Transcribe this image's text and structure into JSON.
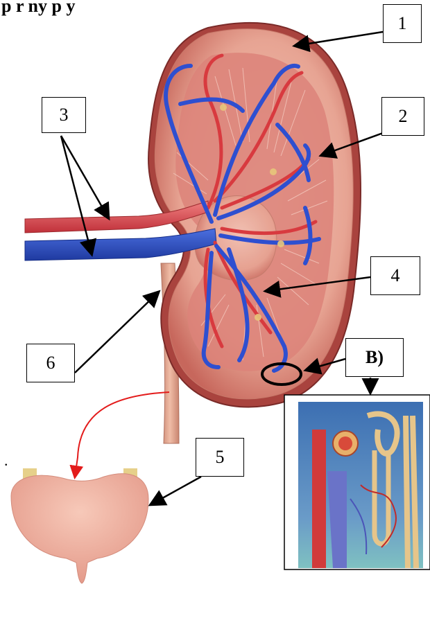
{
  "header_text": "p    r     ny     p   y   ",
  "labels": {
    "l1": "1",
    "l2": "2",
    "l3": "3",
    "l4": "4",
    "l5": "5",
    "l6": "6",
    "lB": "B)"
  },
  "dot": ".",
  "colors": {
    "artery": "#d9434a",
    "vein": "#2f4fc4",
    "cortex": "#e8a79a",
    "medulla": "#d6675e",
    "pelvis": "#e0b6a0",
    "capsule": "#9c3a36",
    "bladder": "#f2b6a4",
    "ureter_arrow": "#e31b1b",
    "inset_bg": "#5a8fc4"
  }
}
